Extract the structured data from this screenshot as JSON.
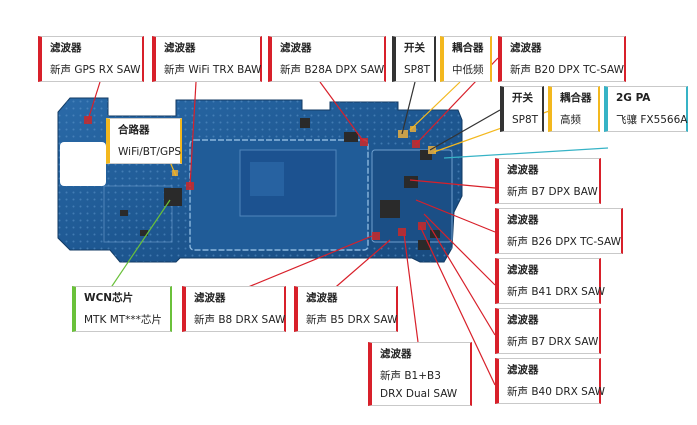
{
  "labels": {
    "gps_rx_saw": {
      "title": "滤波器",
      "desc": "新声 GPS RX SAW"
    },
    "wifi_trx_baw": {
      "title": "滤波器",
      "desc": "新声 WiFi TRX BAW"
    },
    "b28a_dpx_saw": {
      "title": "滤波器",
      "desc": "新声 B28A DPX SAW"
    },
    "switch_1": {
      "title": "开关",
      "desc": "SP8T"
    },
    "coupler_1": {
      "title": "耦合器",
      "desc": "中低频"
    },
    "b20_dpx": {
      "title": "滤波器",
      "desc": "新声 B20 DPX TC-SAW"
    },
    "switch_2": {
      "title": "开关",
      "desc": "SP8T"
    },
    "coupler_2": {
      "title": "耦合器",
      "desc": "高频"
    },
    "pa_2g": {
      "title": "2G PA",
      "desc": "飞骧 FX5566A"
    },
    "combiner": {
      "title": "合路器",
      "desc": "WiFi/BT/GPS"
    },
    "b7_dpx_baw": {
      "title": "滤波器",
      "desc": "新声 B7 DPX BAW"
    },
    "b26_dpx": {
      "title": "滤波器",
      "desc": "新声 B26 DPX TC-SAW"
    },
    "b41_drx": {
      "title": "滤波器",
      "desc": "新声 B41 DRX SAW"
    },
    "b7_drx": {
      "title": "滤波器",
      "desc": "新声 B7 DRX SAW"
    },
    "b40_drx": {
      "title": "滤波器",
      "desc": "新声 B40 DRX SAW"
    },
    "wcn_chip": {
      "title": "WCN芯片",
      "desc": "MTK MT***芯片"
    },
    "b8_drx": {
      "title": "滤波器",
      "desc": "新声 B8 DRX SAW"
    },
    "b5_drx": {
      "title": "滤波器",
      "desc": "新声 B5 DRX SAW"
    },
    "b1_b3_drx": {
      "title": "滤波器",
      "desc1": "新声 B1+B3",
      "desc2": "DRX Dual SAW"
    }
  },
  "colors": {
    "filter": "#d8202a",
    "coupler": "#f3b81e",
    "wcn": "#6ac13a",
    "switch": "#333333",
    "pa": "#36b3c6",
    "pcb": "#1f5f9c"
  }
}
